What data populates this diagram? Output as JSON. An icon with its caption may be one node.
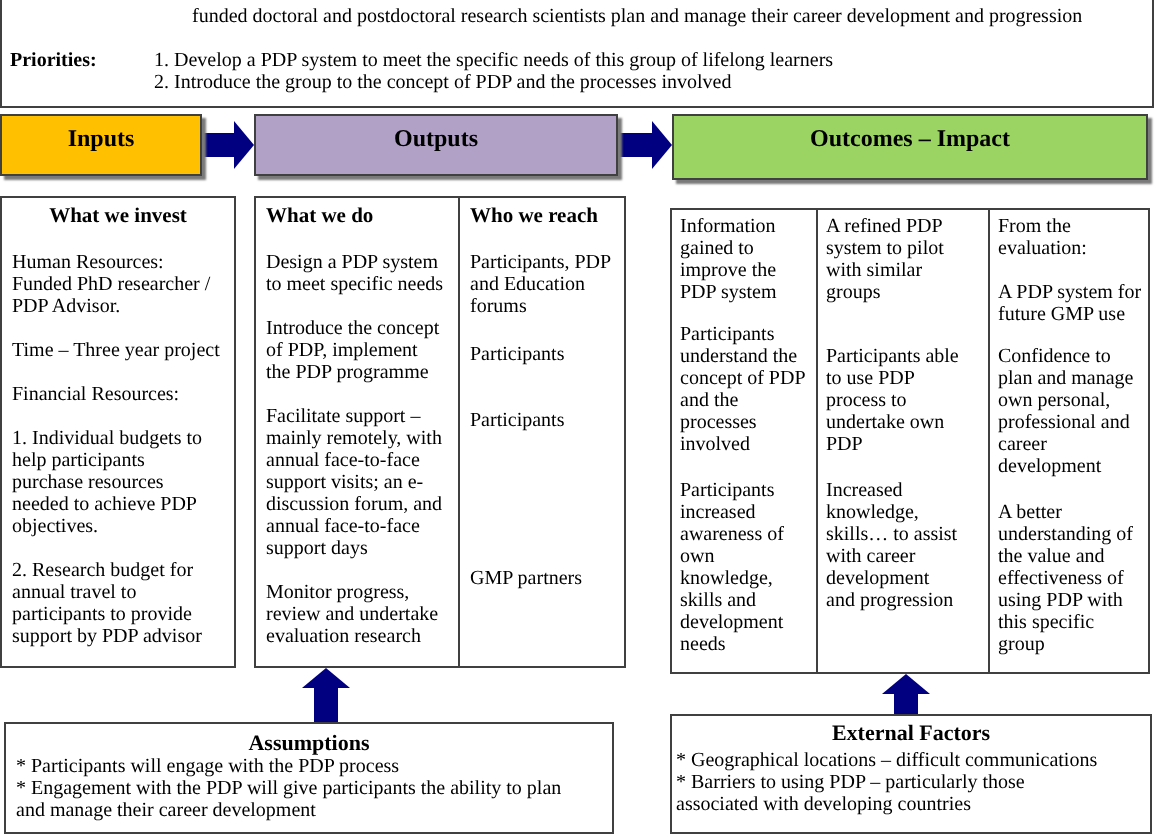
{
  "diagram": {
    "nodes": [
      {
        "text": [
          "funded doctoral and postdoctoral research scientists plan and manage their career development and progression",
          "Priorities:",
          "1. Develop a PDP system to meet the specific needs of this group of lifelong learners",
          "2. Introduce the group to the concept of PDP and the processes involved"
        ]
      },
      {
        "text": [
          "Inputs"
        ]
      },
      {
        "text": [
          "Outputs"
        ]
      },
      {
        "text": [
          "Outcomes – Impact"
        ]
      },
      {
        "text": [
          "What we invest",
          "Human Resources: Funded PhD researcher / PDP Advisor.",
          "Time – Three year project",
          "Financial Resources:",
          "1. Individual budgets to help participants purchase resources needed to achieve PDP objectives.",
          "2. Research budget for annual travel to participants to provide support by PDP advisor"
        ]
      },
      {
        "text": [],
        "shape": "box"
      },
      {
        "text": [
          "What we do",
          "Design a PDP system to meet specific needs",
          "Introduce the concept of PDP, implement the PDP programme",
          "Facilitate support – mainly remotely, with annual face-to-face support visits; an e-discussion forum, and annual face-to-face support days",
          "Monitor progress, review and undertake evaluation research"
        ],
        "in": 5
      },
      {
        "text": [
          "Who we reach",
          "Participants, PDP and Education forums",
          "Participants",
          "Participants",
          "GMP partners"
        ],
        "in": 5
      },
      {
        "text": [],
        "shape": "box"
      },
      {
        "text": [
          "Information gained to improve the PDP system",
          "Participants understand the concept of PDP and the processes involved",
          "Participants increased awareness of own knowledge, skills and development needs"
        ],
        "in": 8
      },
      {
        "text": [
          "A refined PDP system to pilot with similar groups",
          "Participants able to use PDP process to undertake own PDP",
          "Increased knowledge, skills… to assist with career development and progression"
        ],
        "in": 8
      },
      {
        "text": [
          "From the evaluation:",
          "A PDP system for future GMP use",
          "Confidence to plan and manage own personal, professional and career development",
          "A better understanding of the value and effectiveness of using PDP with this specific group"
        ],
        "in": 8
      },
      {
        "text": [
          "Assumptions",
          "* Participants will engage with the PDP process",
          "* Engagement with the PDP will give participants the ability to plan and manage their career development"
        ]
      },
      {
        "text": [
          "External Factors",
          "* Geographical locations – difficult communications",
          "* Barriers to using PDP – particularly those associated with developing countries"
        ]
      }
    ],
    "edges": [
      {
        "from": 1,
        "to": 2,
        "arrow": "to"
      },
      {
        "from": 2,
        "to": 3,
        "arrow": "to"
      },
      {
        "from": 12,
        "to": 5,
        "arrow": "to"
      },
      {
        "from": 13,
        "to": 8,
        "arrow": "to"
      }
    ]
  }
}
